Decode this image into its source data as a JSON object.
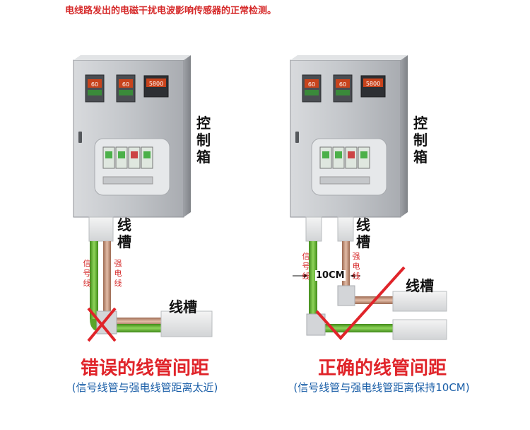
{
  "top_note": "电线路发出的电磁干扰电波影响传感器的正常检测。",
  "labels": {
    "control_box": "控制箱",
    "trunking": "线槽",
    "signal_line": "信号线",
    "power_line": "强电线",
    "distance": "10CM"
  },
  "panels": {
    "wrong": {
      "title": "错误的线管间距",
      "subtitle": "(信号线管与强电线管距离太近)"
    },
    "correct": {
      "title": "正确的线管间距",
      "subtitle": "(信号线管与强电线管距离保持10CM)"
    }
  },
  "meters": {
    "display_value": "60",
    "display_small": "5800"
  },
  "colors": {
    "signal_green": "#5fb02e",
    "power_copper": "#c99a80",
    "cabinet": "#c9cbcf",
    "wrong_cross": "#e0242a",
    "check_mark": "#e0242a"
  }
}
